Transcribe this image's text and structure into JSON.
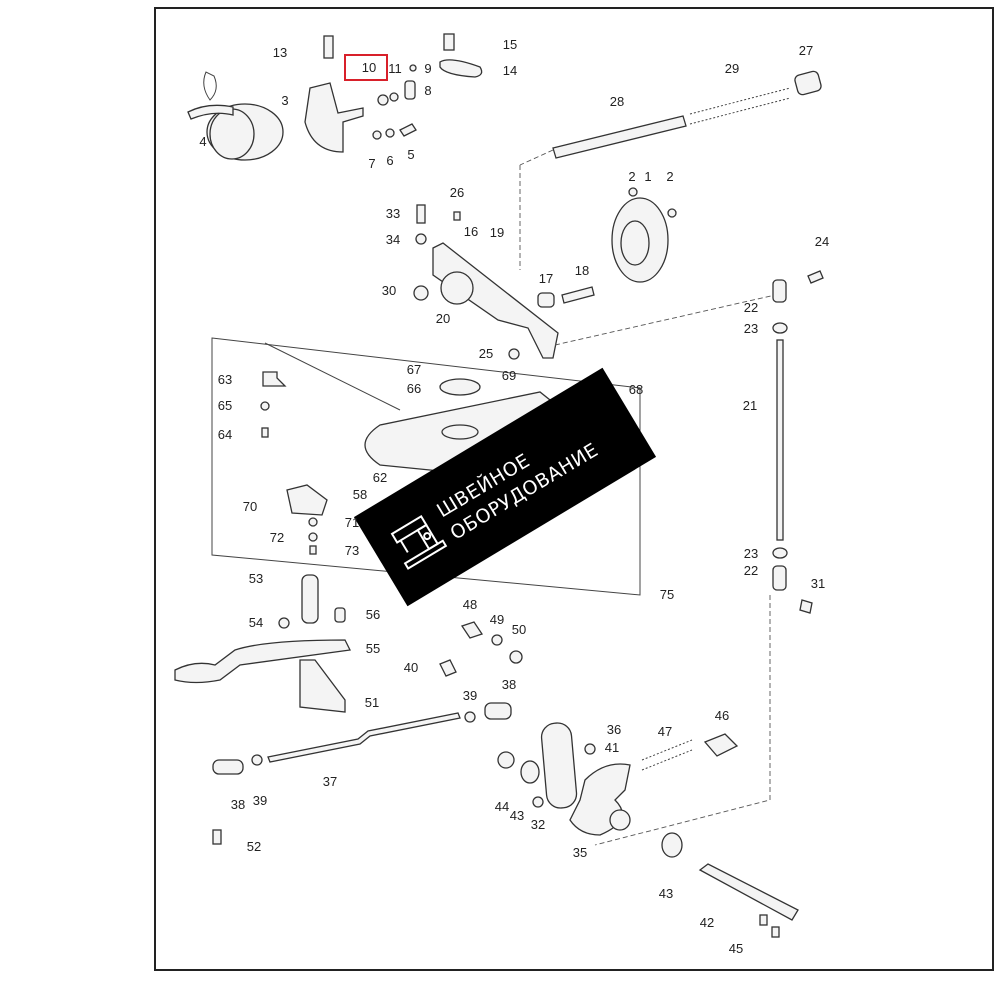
{
  "diagram": {
    "part_labels": [
      "13",
      "10",
      "11",
      "9",
      "15",
      "14",
      "27",
      "29",
      "8",
      "3",
      "4",
      "7",
      "6",
      "5",
      "28",
      "2",
      "1",
      "2",
      "26",
      "33",
      "34",
      "16",
      "19",
      "24",
      "30",
      "17",
      "18",
      "22",
      "23",
      "20",
      "25",
      "63",
      "67",
      "69",
      "68",
      "66",
      "65",
      "64",
      "21",
      "62",
      "58",
      "70",
      "71",
      "72",
      "73",
      "23",
      "22",
      "31",
      "53",
      "75",
      "48",
      "49",
      "50",
      "54",
      "56",
      "55",
      "40",
      "38",
      "39",
      "51",
      "36",
      "41",
      "47",
      "46",
      "37",
      "44",
      "43",
      "32",
      "38",
      "39",
      "35",
      "52",
      "43",
      "42",
      "45"
    ],
    "highlighted_label": "10",
    "highlight_color": "#d8202a"
  },
  "watermark": {
    "line1": "ШВЕЙНОЕ",
    "line2": "ОБОРУДОВАНИЕ",
    "icon": "sewing-machine-icon",
    "background": "#000000"
  }
}
